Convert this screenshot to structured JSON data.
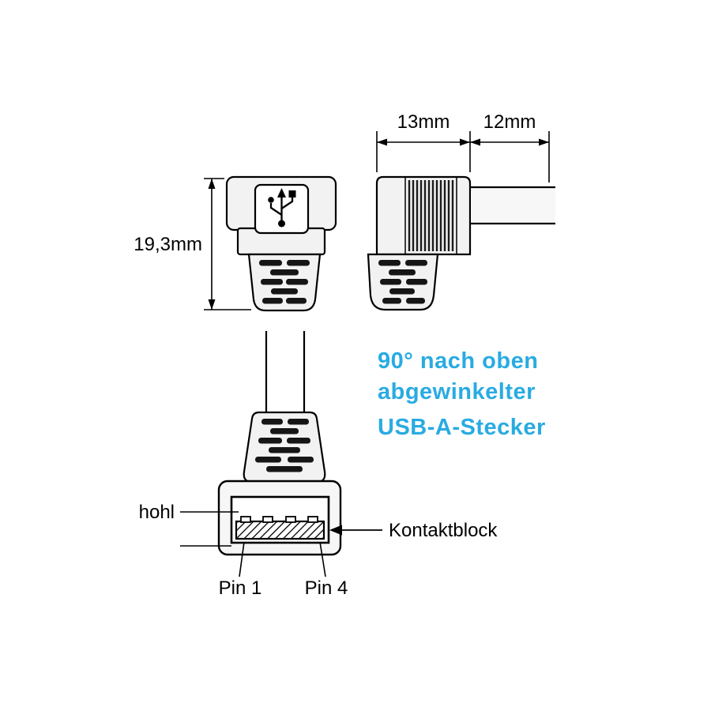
{
  "dimensions": {
    "body_width": "13mm",
    "cable_length": "12mm",
    "height": "19,3mm"
  },
  "caption": {
    "lines": [
      "90° nach oben",
      "abgewinkelter",
      "USB-A-Stecker"
    ]
  },
  "labels": {
    "hollow": "hohl",
    "contact_block": "Kontaktblock",
    "pin1": "Pin 1",
    "pin4": "Pin 4"
  },
  "colors": {
    "accent": "#29ABE2",
    "line": "#000000",
    "body_fill": "#f2f2f2"
  },
  "icons": {
    "usb_trident": "usb-trident-icon"
  }
}
